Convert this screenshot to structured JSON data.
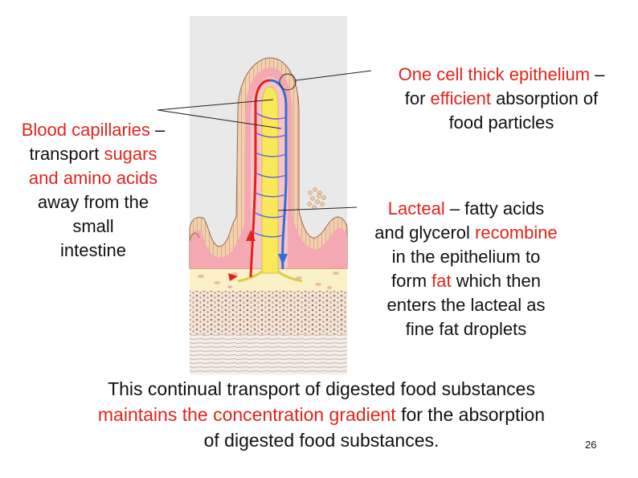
{
  "labels": {
    "blood_capillaries": {
      "term": "Blood capillaries",
      "dash": " –",
      "line2_pre": "transport ",
      "line2_red": "sugars",
      "line3_red": "and amino acids",
      "line4": "away from the",
      "line5": "small",
      "line6": "intestine"
    },
    "epithelium": {
      "term": "One cell thick epithelium",
      "dash": " –",
      "line2_pre": "for ",
      "line2_red": "efficient",
      "line2_post": " absorption of",
      "line3": "food particles"
    },
    "lacteal": {
      "term": "Lacteal",
      "line1_post": " – fatty acids",
      "line2_pre": "and glycerol ",
      "line2_red": "recombine",
      "line3": "in the epithelium to",
      "line4_pre": "form ",
      "line4_red": "fat",
      "line4_post": " which then",
      "line5": "enters the lacteal as",
      "line6": "fine fat droplets"
    }
  },
  "bottom": {
    "line1": "This continual transport of digested food substances",
    "line2_red": "maintains the concentration gradient",
    "line2_post": " for the absorption",
    "line3": "of digested food substances."
  },
  "page_number": "26",
  "colors": {
    "accent_red": "#e3231b",
    "tissue_pink": "#f2a7ae",
    "villus_core": "#f7c4cc",
    "lacteal_yellow": "#f8e85a",
    "capillary_blue": "#2f6fd6",
    "fat_layer": "#fbf1c7",
    "muscle_dots": "#b8855a"
  }
}
